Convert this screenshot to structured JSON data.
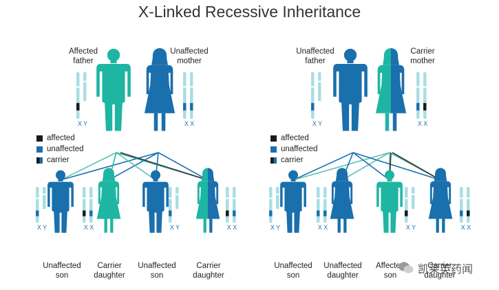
{
  "title": "X-Linked Recessive Inheritance",
  "colors": {
    "father_teal": "#1fb5a3",
    "mother_blue": "#1a6fad",
    "chromosome_light": "#a9dde3",
    "affected": "#1a1a1a",
    "unaffected": "#1a6fad"
  },
  "left": {
    "father_label": [
      "Affected",
      "father"
    ],
    "mother_label": [
      "Unaffected",
      "mother"
    ],
    "father_chromosomes": "X Y",
    "mother_chromosomes": "X X",
    "legend": [
      "affected",
      "unaffected",
      "carrier"
    ],
    "children": [
      {
        "label": [
          "Unaffected",
          "son"
        ],
        "chromosomes": "X Y"
      },
      {
        "label": [
          "Carrier",
          "daughter"
        ],
        "chromosomes": "X X"
      },
      {
        "label": [
          "Unaffected",
          "son"
        ],
        "chromosomes": "X Y"
      },
      {
        "label": [
          "Carrier",
          "daughter"
        ],
        "chromosomes": "X X"
      }
    ]
  },
  "right": {
    "father_label": [
      "Unaffected",
      "father"
    ],
    "mother_label": [
      "Carrier",
      "mother"
    ],
    "father_chromosomes": "X Y",
    "mother_chromosomes": "X X",
    "legend": [
      "affected",
      "unaffected",
      "carrier"
    ],
    "children": [
      {
        "label": [
          "Unaffected",
          "son"
        ],
        "chromosomes": "X Y"
      },
      {
        "label": [
          "Unaffected",
          "daughter"
        ],
        "chromosomes": "X X"
      },
      {
        "label": [
          "Affected",
          "son"
        ],
        "chromosomes": "X Y"
      },
      {
        "label": [
          "Carrier",
          "daughter"
        ],
        "chromosomes": "X X"
      }
    ]
  },
  "watermark": "凯莱英药闻"
}
